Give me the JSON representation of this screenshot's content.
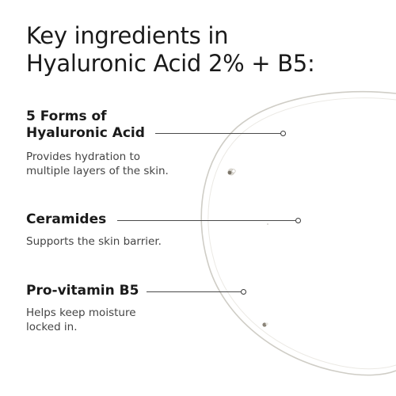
{
  "title": {
    "line1": "Key ingredients in",
    "line2": "Hyaluronic Acid 2% + B5:"
  },
  "ingredients": [
    {
      "name_line1": "5 Forms of",
      "name_line2": "Hyaluronic Acid",
      "desc_line1": "Provides hydration to",
      "desc_line2": "multiple layers of the skin."
    },
    {
      "name_line1": "Ceramides",
      "desc_line1": "Supports the skin barrier."
    },
    {
      "name_line1": "Pro-vitamin B5",
      "desc_line1": "Helps keep moisture",
      "desc_line2": "locked in."
    }
  ],
  "colors": {
    "text": "#1a1a1a",
    "body_text": "#444444",
    "leader_line": "#4a4a4a",
    "droplet_outline": "#c8c6c0"
  }
}
